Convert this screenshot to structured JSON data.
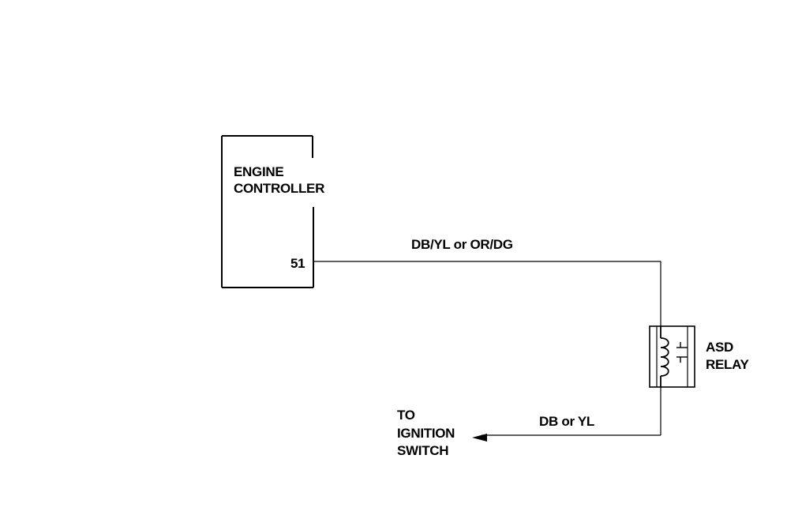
{
  "engine_controller": {
    "label_line1": "ENGINE",
    "label_line2": "CONTROLLER",
    "pin": "51"
  },
  "wires": {
    "top_wire_color": "DB/YL or OR/DG",
    "bottom_wire_color": "DB or YL"
  },
  "asd_relay": {
    "label_line1": "ASD",
    "label_line2": "RELAY"
  },
  "ignition": {
    "label_line1": "TO",
    "label_line2": "IGNITION",
    "label_line3": "SWITCH"
  },
  "colors": {
    "line": "#000000",
    "background": "#ffffff"
  }
}
